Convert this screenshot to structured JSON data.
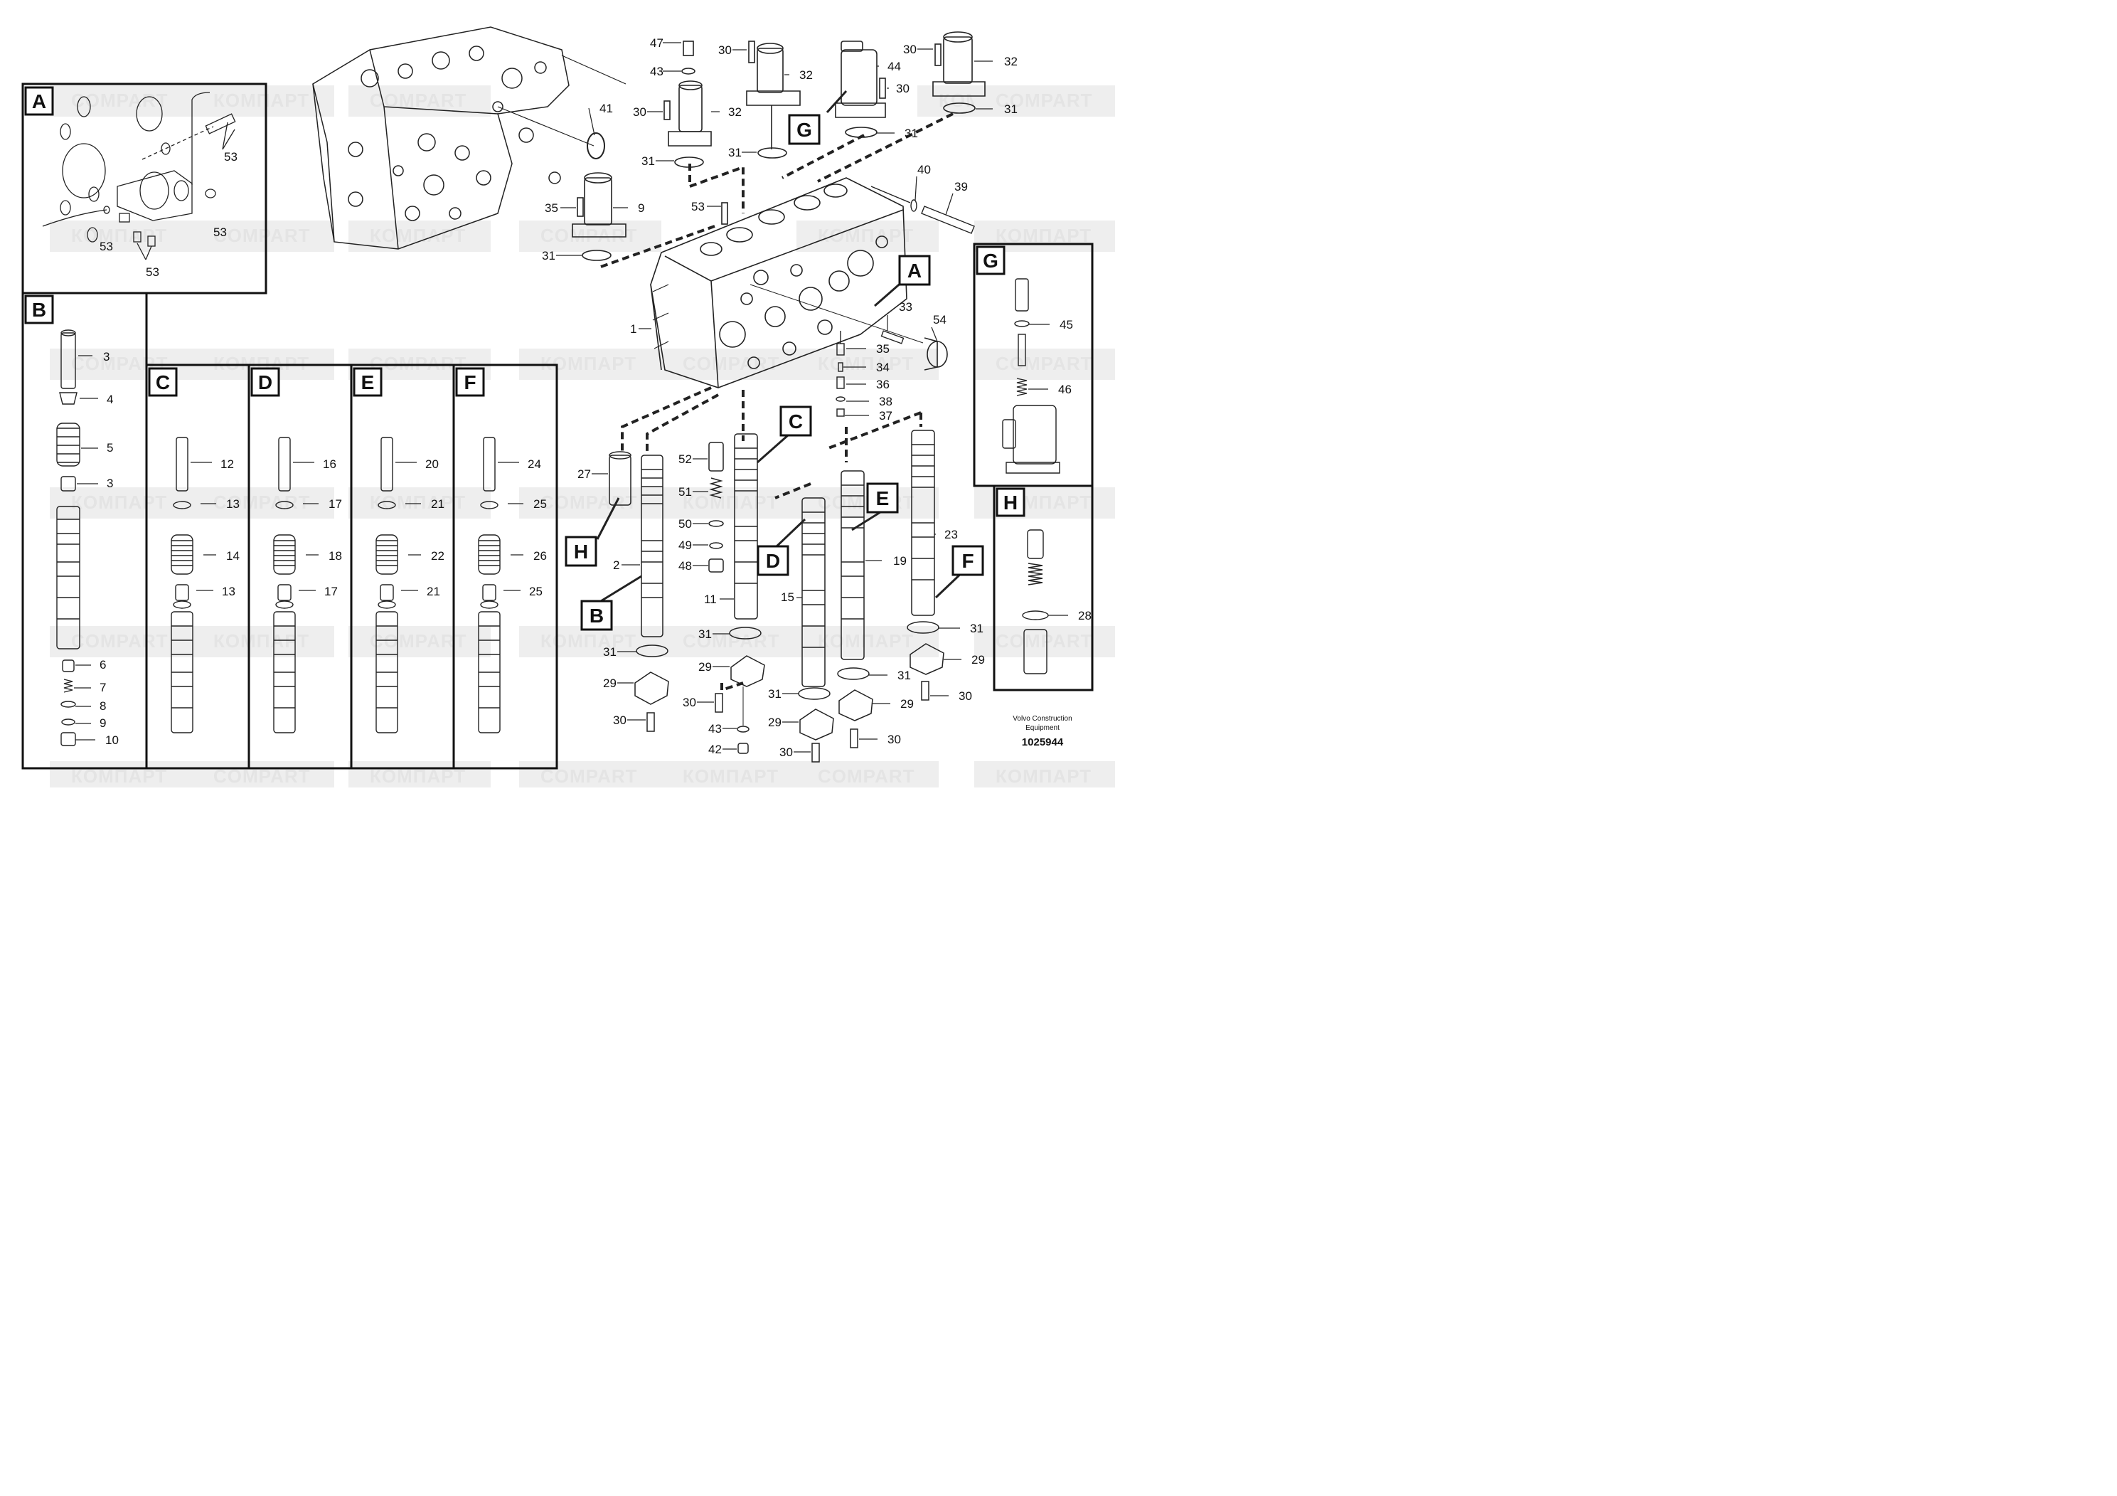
{
  "watermark": {
    "latin": "COMPART",
    "cyrillic": "КОМПАРТ"
  },
  "panels": [
    "A",
    "B",
    "C",
    "D",
    "E",
    "F",
    "G",
    "H"
  ],
  "callouts": [
    "A",
    "C",
    "D",
    "E",
    "F",
    "G",
    "H",
    "B"
  ],
  "part_labels": [
    "1",
    "2",
    "3",
    "4",
    "5",
    "6",
    "7",
    "8",
    "9",
    "10",
    "11",
    "12",
    "13",
    "14",
    "15",
    "16",
    "17",
    "18",
    "19",
    "20",
    "21",
    "22",
    "23",
    "24",
    "25",
    "26",
    "27",
    "28",
    "29",
    "30",
    "31",
    "32",
    "33",
    "34",
    "35",
    "36",
    "37",
    "38",
    "39",
    "40",
    "41",
    "42",
    "43",
    "44",
    "45",
    "46",
    "47",
    "48",
    "49",
    "50",
    "51",
    "52",
    "53",
    "54"
  ],
  "footer": {
    "maker_line1": "Volvo Construction",
    "maker_line2": "Equipment",
    "drawing_number": "1025944"
  }
}
